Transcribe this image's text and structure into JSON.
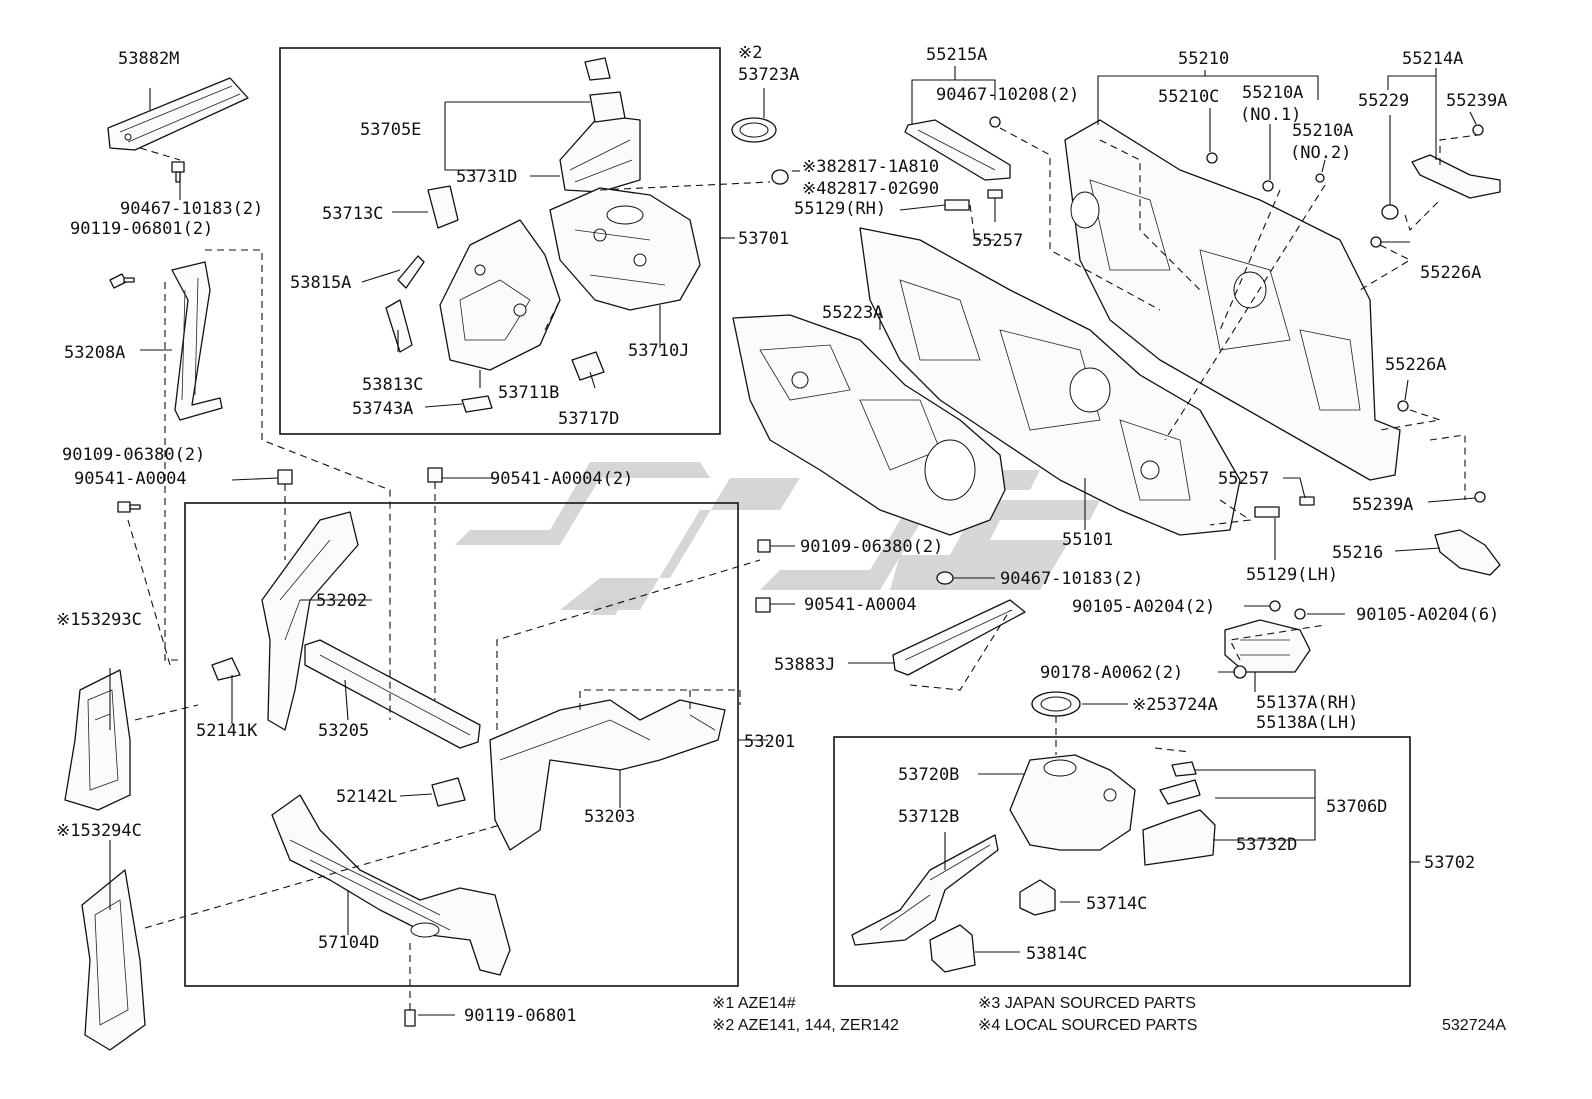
{
  "diagram_number": "532724A",
  "labels": {
    "p53882M": "53882M",
    "p90467_10183_2_a": "90467-10183(2)",
    "p90119_06801_2": "90119-06801(2)",
    "p53208A": "53208A",
    "p90109_06380_2_a": "90109-06380(2)",
    "p90541_A0004_a": "90541-A0004",
    "p90541_A0004_2": "90541-A0004(2)",
    "p53293C": "※153293C",
    "p53294C": "※153294C",
    "p53705E": "53705E",
    "p53731D": "53731D",
    "p53713C": "53713C",
    "p53815A": "53815A",
    "p53813C": "53813C",
    "p53743A": "53743A",
    "p53711B": "53711B",
    "p53717D": "53717D",
    "p53710J": "53710J",
    "p53701": "53701",
    "p53723A_mark": "※2",
    "p53723A": "53723A",
    "p82817_1A810": "※382817-1A810",
    "p82817_02G90": "※482817-02G90",
    "p55215A": "55215A",
    "p90467_10208_2": "90467-10208(2)",
    "p55129RH": "55129(RH)",
    "p55257_a": "55257",
    "p55223A": "55223A",
    "p55210": "55210",
    "p55210C": "55210C",
    "p55210A_no1_a": "55210A",
    "p55210A_no1_b": "(NO.1)",
    "p55210A_no2_a": "55210A",
    "p55210A_no2_b": "(NO.2)",
    "p55214A": "55214A",
    "p55229": "55229",
    "p55239A_a": "55239A",
    "p55226A_a": "55226A",
    "p55226A_b": "55226A",
    "p55239A_b": "55239A",
    "p55216": "55216",
    "p55257_b": "55257",
    "p55129LH": "55129(LH)",
    "p55101": "55101",
    "p53202": "53202",
    "p52141K": "52141K",
    "p53205": "53205",
    "p52142L": "52142L",
    "p53203": "53203",
    "p53201": "53201",
    "p57104D": "57104D",
    "p90119_06801": "90119-06801",
    "p90109_06380_2_b": "90109-06380(2)",
    "p90541_A0004_b": "90541-A0004",
    "p90467_10183_2_b": "90467-10183(2)",
    "p53883J": "53883J",
    "p90105_A0204_2": "90105-A0204(2)",
    "p90105_A0204_6": "90105-A0204(6)",
    "p90178_A0062_2": "90178-A0062(2)",
    "p55137A": "55137A(RH)",
    "p55138A": "55138A(LH)",
    "p53724A": "※253724A",
    "p53720B": "53720B",
    "p53712B": "53712B",
    "p53706D": "53706D",
    "p53732D": "53732D",
    "p53702": "53702",
    "p53714C": "53714C",
    "p53814C": "53814C"
  },
  "footnotes": {
    "n1": "※1  AZE14#",
    "n2": "※2  AZE141, 144, ZER142",
    "n3": "※3 JAPAN SOURCED PARTS",
    "n4": "※4 LOCAL SOURCED PARTS"
  }
}
